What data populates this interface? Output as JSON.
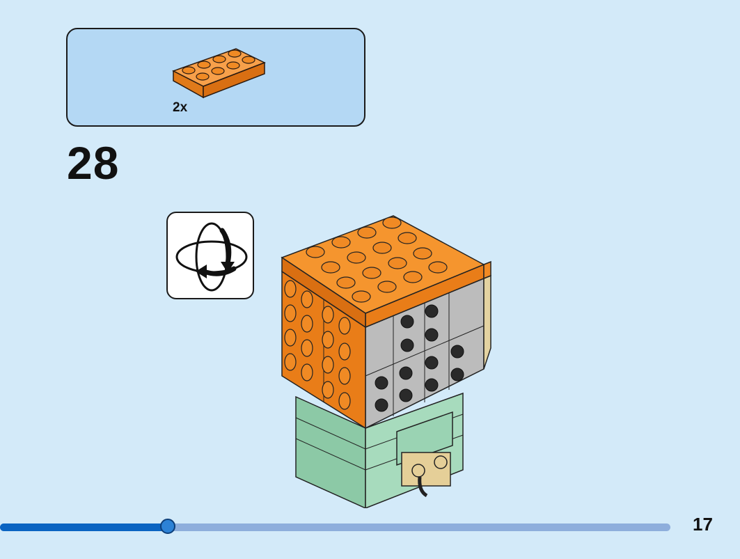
{
  "parts_callout": {
    "part": {
      "icon": "orange-2x4-plate",
      "color": "#f08a24",
      "quantity_label": "2x"
    }
  },
  "step": {
    "number": "28"
  },
  "rotate_hint": {
    "icon": "rotate-model-icon"
  },
  "model": {
    "icon": "brickheadz-model-back-view"
  },
  "navigation": {
    "progress": 0.25,
    "page_number": "17",
    "track_color": "#8eaedc",
    "fill_color": "#0a64c2"
  }
}
